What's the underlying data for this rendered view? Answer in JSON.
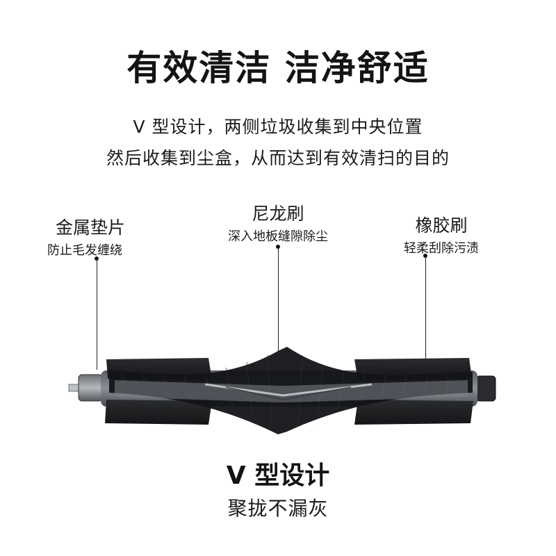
{
  "headline": "有效清洁 洁净舒适",
  "subtitle": {
    "line1": "V 型设计，两侧垃圾收集到中央位置",
    "line2": "然后收集到尘盒，从而达到有效清扫的目的"
  },
  "callouts": {
    "left": {
      "title": "金属垫片",
      "desc": "防止毛发缠绕"
    },
    "center": {
      "title": "尼龙刷",
      "desc": "深入地板缝隙除尘"
    },
    "right": {
      "title": "橡胶刷",
      "desc": "轻柔刮除污渍"
    }
  },
  "footer": {
    "title": "V 型设计",
    "subtitle": "聚拢不漏灰"
  },
  "colors": {
    "background": "#ffffff",
    "text": "#1a1a1a",
    "brush_body": "#3a3d41",
    "bristles": "#101216"
  }
}
